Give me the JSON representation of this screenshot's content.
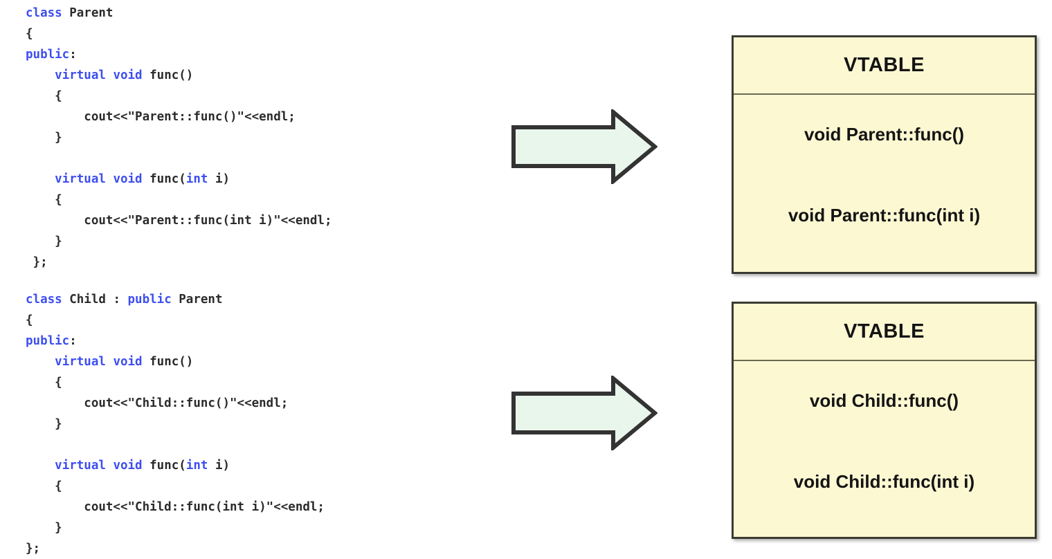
{
  "diagram": {
    "title": "C++ virtual function overloading and VTABLE layout",
    "colors": {
      "keyword_blue": "#3d4ef0",
      "code_black": "#2b2b2b",
      "vtable_fill": "#fcf8d2",
      "vtable_border": "#3a3a33",
      "arrow_fill": "#e9f6ec",
      "arrow_stroke": "#333333",
      "background": "#ffffff"
    }
  },
  "code": {
    "parent": {
      "name": "parent-class-code",
      "lines": [
        [
          {
            "t": "class",
            "c": "kw"
          },
          {
            "t": " Parent",
            "c": "pl"
          }
        ],
        [
          {
            "t": "{",
            "c": "pl"
          }
        ],
        [
          {
            "t": "public",
            "c": "kw"
          },
          {
            "t": ":",
            "c": "pl"
          }
        ],
        [
          {
            "t": "    ",
            "c": "pl"
          },
          {
            "t": "virtual void",
            "c": "kw"
          },
          {
            "t": " func()",
            "c": "pl"
          }
        ],
        [
          {
            "t": "    {",
            "c": "pl"
          }
        ],
        [
          {
            "t": "        cout<<\"Parent::func()\"<<endl;",
            "c": "pl"
          }
        ],
        [
          {
            "t": "    }",
            "c": "pl"
          }
        ],
        [
          {
            "t": "",
            "c": "pl"
          }
        ],
        [
          {
            "t": "    ",
            "c": "pl"
          },
          {
            "t": "virtual void",
            "c": "kw"
          },
          {
            "t": " func(",
            "c": "pl"
          },
          {
            "t": "int",
            "c": "kw"
          },
          {
            "t": " i)",
            "c": "pl"
          }
        ],
        [
          {
            "t": "    {",
            "c": "pl"
          }
        ],
        [
          {
            "t": "        cout<<\"Parent::func(int i)\"<<endl;",
            "c": "pl"
          }
        ],
        [
          {
            "t": "    }",
            "c": "pl"
          }
        ],
        [
          {
            "t": " };",
            "c": "pl"
          }
        ]
      ]
    },
    "child": {
      "name": "child-class-code",
      "lines": [
        [
          {
            "t": "class",
            "c": "kw"
          },
          {
            "t": " Child : ",
            "c": "pl"
          },
          {
            "t": "public",
            "c": "kw"
          },
          {
            "t": " Parent",
            "c": "pl"
          }
        ],
        [
          {
            "t": "{",
            "c": "pl"
          }
        ],
        [
          {
            "t": "public",
            "c": "kw"
          },
          {
            "t": ":",
            "c": "pl"
          }
        ],
        [
          {
            "t": "    ",
            "c": "pl"
          },
          {
            "t": "virtual void",
            "c": "kw"
          },
          {
            "t": " func()",
            "c": "pl"
          }
        ],
        [
          {
            "t": "    {",
            "c": "pl"
          }
        ],
        [
          {
            "t": "        cout<<\"Child::func()\"<<endl;",
            "c": "pl"
          }
        ],
        [
          {
            "t": "    }",
            "c": "pl"
          }
        ],
        [
          {
            "t": "",
            "c": "pl"
          }
        ],
        [
          {
            "t": "    ",
            "c": "pl"
          },
          {
            "t": "virtual void",
            "c": "kw"
          },
          {
            "t": " func(",
            "c": "pl"
          },
          {
            "t": "int",
            "c": "kw"
          },
          {
            "t": " i)",
            "c": "pl"
          }
        ],
        [
          {
            "t": "    {",
            "c": "pl"
          }
        ],
        [
          {
            "t": "        cout<<\"Child::func(int i)\"<<endl;",
            "c": "pl"
          }
        ],
        [
          {
            "t": "    }",
            "c": "pl"
          }
        ],
        [
          {
            "t": "};",
            "c": "pl"
          }
        ]
      ]
    }
  },
  "arrows": [
    {
      "name": "arrow-parent-to-vtable",
      "label": ""
    },
    {
      "name": "arrow-child-to-vtable",
      "label": ""
    }
  ],
  "vtables": [
    {
      "name": "vtable-parent",
      "header": "VTABLE",
      "entries": [
        "void Parent::func()",
        "void Parent::func(int i)"
      ]
    },
    {
      "name": "vtable-child",
      "header": "VTABLE",
      "entries": [
        "void Child::func()",
        "void Child::func(int i)"
      ]
    }
  ]
}
